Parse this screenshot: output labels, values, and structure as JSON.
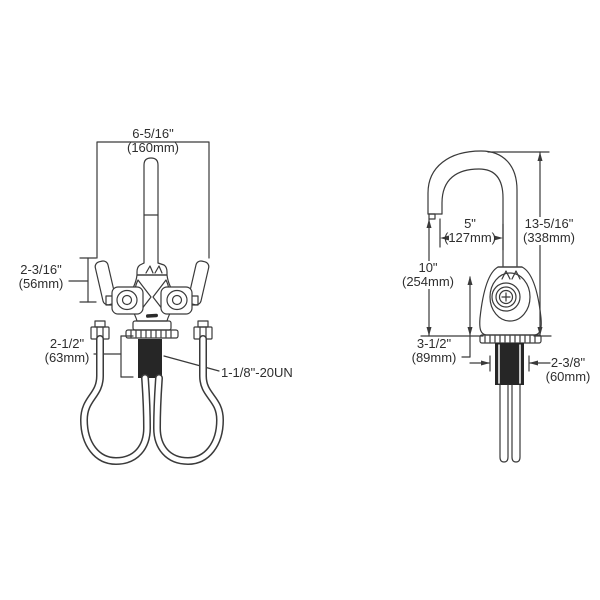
{
  "drawing": {
    "title": "faucet-spec-drawing",
    "views": {
      "front": "front-view",
      "side": "side-view"
    },
    "labels": {
      "spread": {
        "l1": "6-5/16\"",
        "l2": "(160mm)"
      },
      "handle_height": {
        "l1": "2-3/16\"",
        "l2": "(56mm)"
      },
      "shank_length": {
        "l1": "2-1/2\"",
        "l2": "(63mm)"
      },
      "thread": {
        "l1": "1-1/8\"-20UN"
      },
      "spout_reach": {
        "l1": "5\"",
        "l2": "(127mm)"
      },
      "overall_height": {
        "l1": "13-5/16\"",
        "l2": "(338mm)"
      },
      "spout_height": {
        "l1": "10\"",
        "l2": "(254mm)"
      },
      "body_height": {
        "l1": "3-1/2\"",
        "l2": "(89mm)"
      },
      "base_width": {
        "l1": "2-3/8\"",
        "l2": "(60mm)"
      }
    },
    "colors": {
      "line": "#3a3a3a",
      "fill_dark": "#262626",
      "background": "#ffffff",
      "text": "#2e2e2e"
    }
  }
}
